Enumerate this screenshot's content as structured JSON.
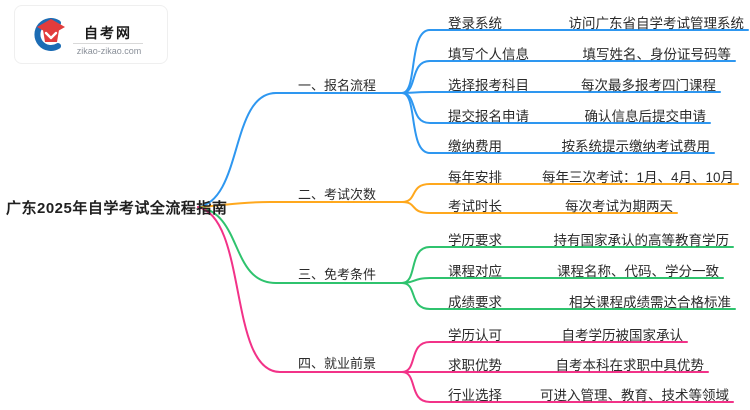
{
  "logo": {
    "title": "自考网",
    "domain": "zikao-zikao.com",
    "icon": "graduation-cap-icon",
    "icon_colors": {
      "swoosh_blue": "#1c6cb4",
      "cap_red": "#e23c3c"
    }
  },
  "central": {
    "title": "广东2025年自学考试全流程指南"
  },
  "colors": {
    "blue": "#2e97f0",
    "orange": "#ffa81d",
    "green": "#2fc36e",
    "pink": "#f23288",
    "text": "#2b2b2b"
  },
  "branches": [
    {
      "label": "一、报名流程",
      "color": "#2e97f0",
      "rows": [
        {
          "label": "登录系统",
          "desc": "访问广东省自学考试管理系统"
        },
        {
          "label": "填写个人信息",
          "desc": "填写姓名、身份证号码等"
        },
        {
          "label": "选择报考科目",
          "desc": "每次最多报考四门课程"
        },
        {
          "label": "提交报名申请",
          "desc": "确认信息后提交申请"
        },
        {
          "label": "缴纳费用",
          "desc": "按系统提示缴纳考试费用"
        }
      ]
    },
    {
      "label": "二、考试次数",
      "color": "#ffa81d",
      "rows": [
        {
          "label": "每年安排",
          "desc": "每年三次考试：1月、4月、10月"
        },
        {
          "label": "考试时长",
          "desc": "每次考试为期两天"
        }
      ]
    },
    {
      "label": "三、免考条件",
      "color": "#2fc36e",
      "rows": [
        {
          "label": "学历要求",
          "desc": "持有国家承认的高等教育学历"
        },
        {
          "label": "课程对应",
          "desc": "课程名称、代码、学分一致"
        },
        {
          "label": "成绩要求",
          "desc": "相关课程成绩需达合格标准"
        }
      ]
    },
    {
      "label": "四、就业前景",
      "color": "#f23288",
      "rows": [
        {
          "label": "学历认可",
          "desc": "自考学历被国家承认"
        },
        {
          "label": "求职优势",
          "desc": "自考本科在求职中具优势"
        },
        {
          "label": "行业选择",
          "desc": "可进入管理、教育、技术等领域"
        }
      ]
    }
  ]
}
